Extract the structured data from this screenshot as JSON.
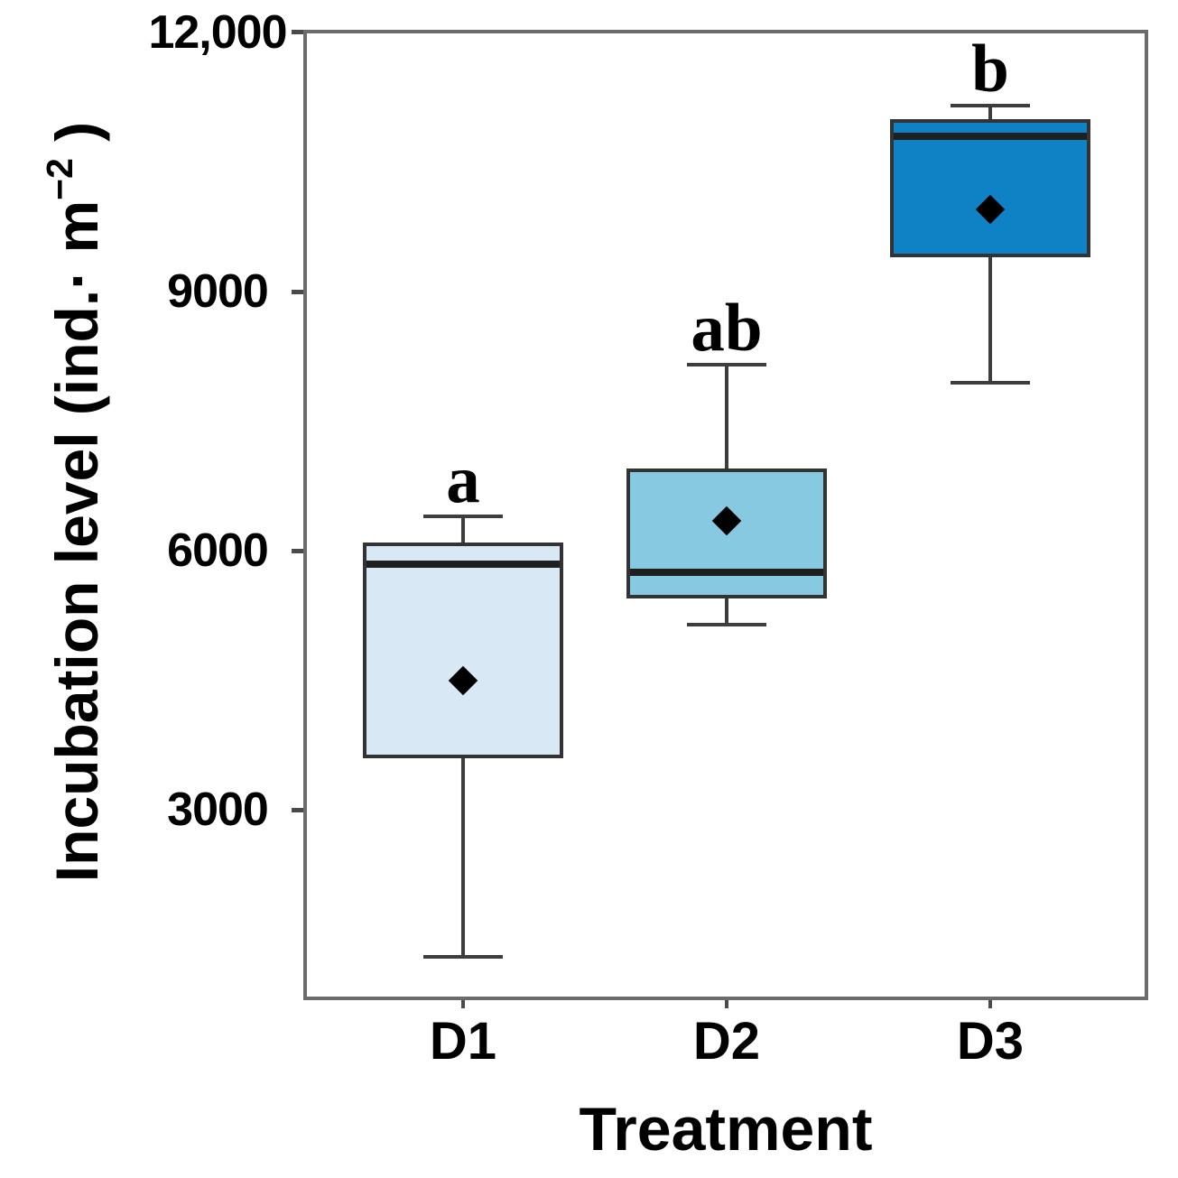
{
  "chart_data": {
    "type": "box",
    "title": "",
    "xlabel": "Treatment",
    "ylabel": {
      "full": "Incubation level (ind.· m−2 )",
      "prefix": "Incubation level (ind.· m",
      "superscript": "−2",
      "suffix": " )"
    },
    "ylim": [
      800,
      12030
    ],
    "grid": false,
    "legend": "none",
    "yticks": [
      {
        "label": "12,000",
        "value": 12000
      },
      {
        "label": "9000",
        "value": 9000
      },
      {
        "label": "6000",
        "value": 6000
      },
      {
        "label": "3000",
        "value": 3000
      }
    ],
    "x_categories": [
      "D1",
      "D2",
      "D3"
    ],
    "boxes": [
      {
        "label": "D1",
        "significance_letter": "a",
        "whisker_low": 1300,
        "q1": 3600,
        "median": 5850,
        "mean": 4500,
        "q3": 6100,
        "whisker_high": 6400,
        "fill": "#d9e8f5"
      },
      {
        "label": "D2",
        "significance_letter": "ab",
        "whisker_low": 5150,
        "q1": 5450,
        "median": 5750,
        "mean": 6350,
        "q3": 6950,
        "whisker_high": 8150,
        "fill": "#87c9e1"
      },
      {
        "label": "D3",
        "significance_letter": "b",
        "whisker_low": 7950,
        "q1": 9400,
        "median": 10800,
        "mean": 9950,
        "q3": 11000,
        "whisker_high": 11150,
        "fill": "#0e82c4"
      }
    ],
    "colors": {
      "frame": "#6b6b6b",
      "box_border": "#333333",
      "whisker": "#3d3d3d",
      "median": "#1f1f1f",
      "mean_marker": "#000000",
      "text": "#000000",
      "background": "#ffffff"
    }
  }
}
